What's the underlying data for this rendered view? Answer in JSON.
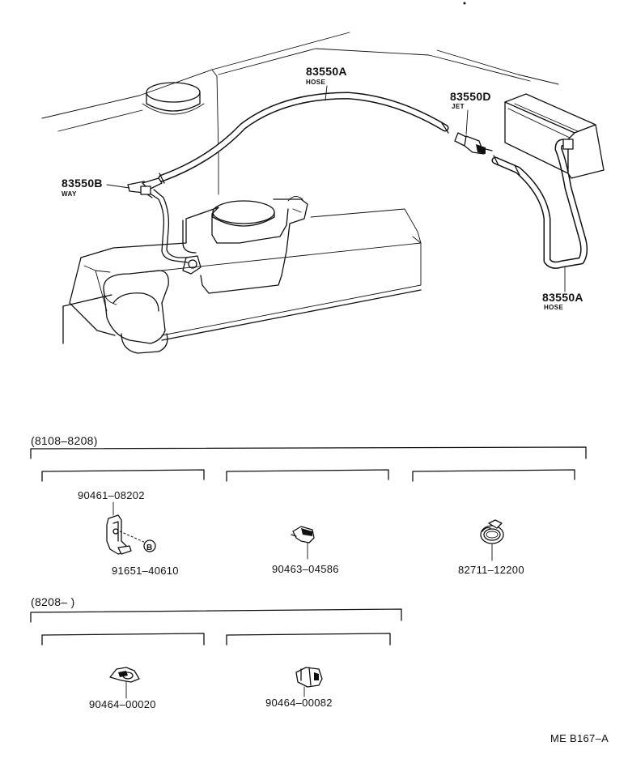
{
  "labels": {
    "hose_top": {
      "part": "83550A",
      "sub": "HOSE"
    },
    "jet": {
      "part": "83550D",
      "sub": "JET"
    },
    "way": {
      "part": "83550B",
      "sub": "WAY"
    },
    "hose_right": {
      "part": "83550A",
      "sub": "HOSE"
    }
  },
  "range_1": {
    "label": "(8108–8208)"
  },
  "range_2": {
    "label": "(8208–        )"
  },
  "parts_row_1": [
    {
      "top": "90461–08202",
      "bottom": "91651–40610",
      "callout": "B"
    },
    {
      "bottom": "90463–04586"
    },
    {
      "bottom": "82711–12200"
    }
  ],
  "parts_row_2": [
    {
      "bottom": "90464–00020"
    },
    {
      "bottom": "90464–00082"
    }
  ],
  "footer": {
    "code": "ME B167–A"
  }
}
